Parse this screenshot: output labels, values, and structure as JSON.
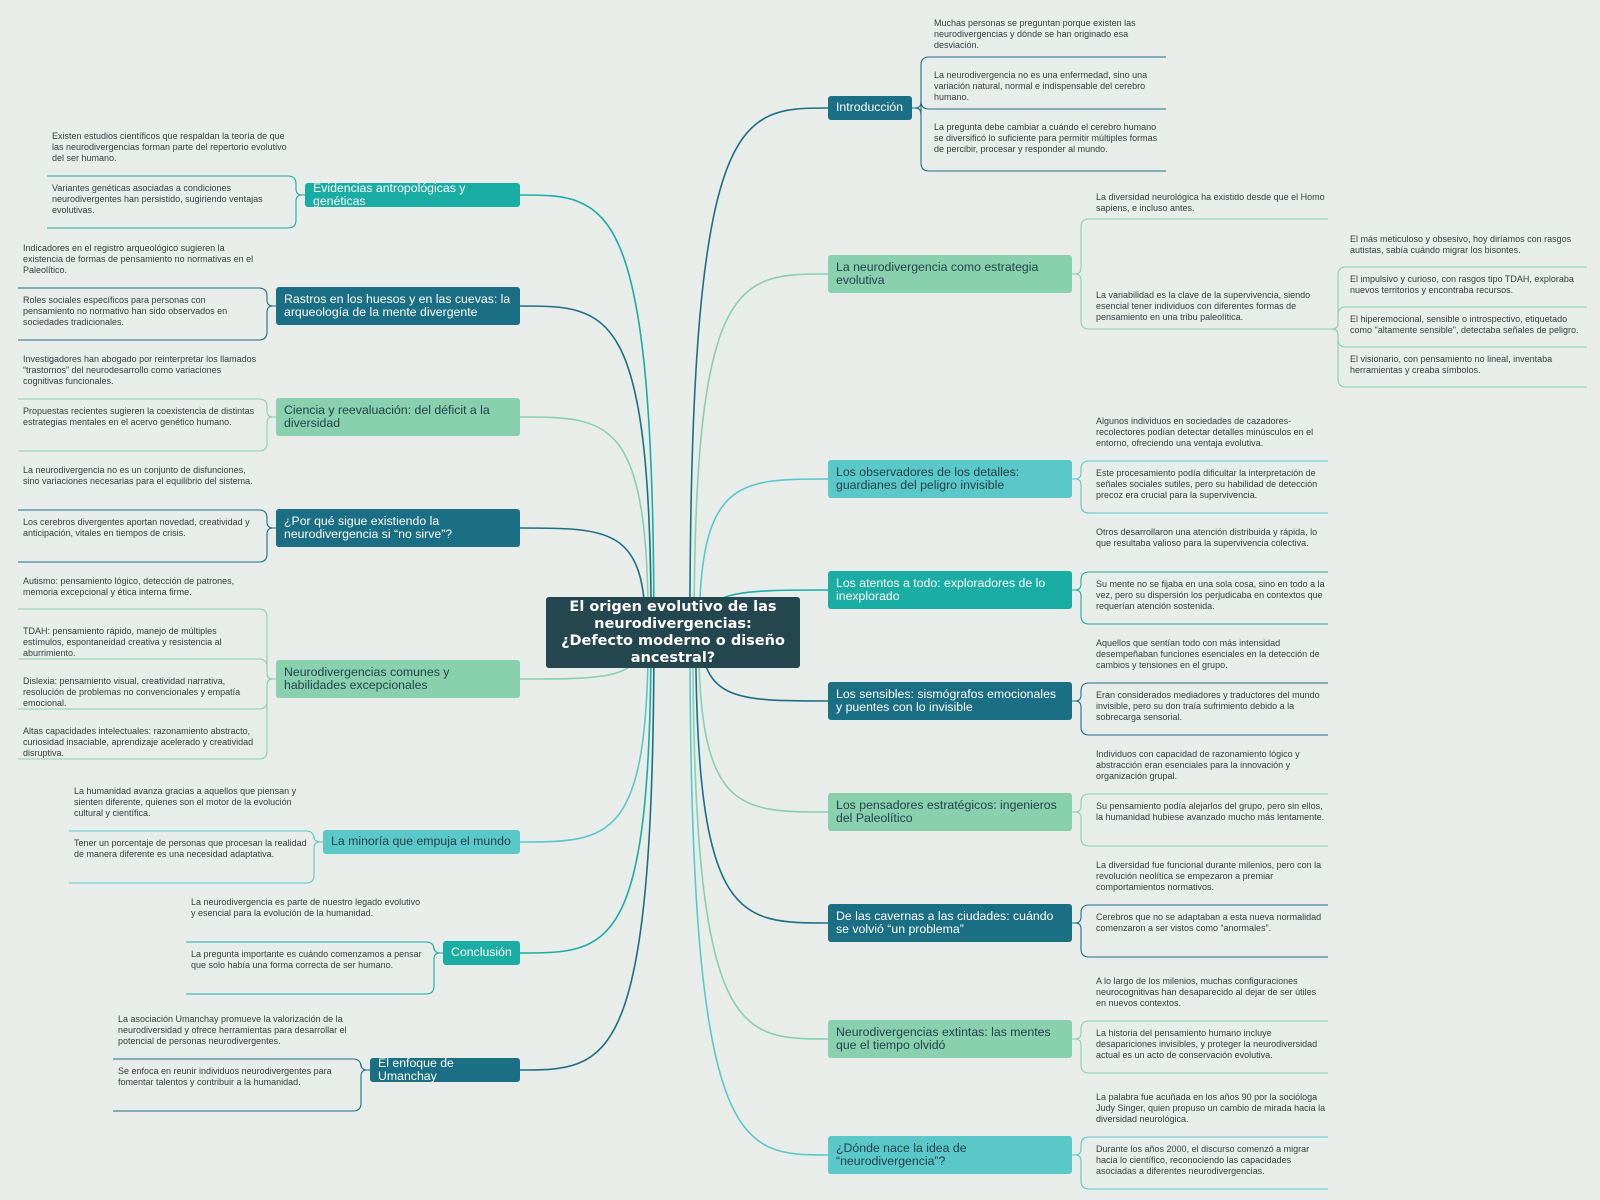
{
  "colors": {
    "background": "#e9edea",
    "root": "#24464e",
    "palette": {
      "navy": "#1b6f84",
      "teal": "#19ada3",
      "mint": "#88d0ae",
      "aqua": "#5ac7c8"
    }
  },
  "root": {
    "title": "El origen evolutivo de las neurodivergencias: ¿Defecto moderno o diseño ancestral?"
  },
  "branches": [
    {
      "title": "Introducción",
      "color": "navy",
      "notes": [
        "Muchas personas se preguntan porque existen las neurodivergencias y dónde se han originado esa desviación.",
        "La neurodivergencia no es una enfermedad, sino una variación natural, normal e indispensable del cerebro humano.",
        "La pregunta debe cambiar a cuándo el cerebro humano se diversificó lo suficiente para permitir múltiples formas de percibir, procesar y responder al mundo."
      ]
    },
    {
      "title": "La neurodivergencia como estrategia evolutiva",
      "color": "mint",
      "notes": [
        "La diversidad neurológica ha existido desde que el Homo sapiens, e incluso antes.",
        "La variabilidad es la clave de la supervivencia, siendo esencial tener individuos con diferentes formas de pensamiento en una tribu paleolítica."
      ],
      "subnotes": [
        "El más meticuloso y obsesivo, hoy diríamos con rasgos autistas, sabía cuándo migrar los bisontes.",
        "El impulsivo y curioso, con rasgos tipo TDAH, exploraba nuevos territorios y encontraba recursos.",
        "El hiperemocional, sensible o introspectivo, etiquetado como \"altamente sensible\", detectaba señales de peligro.",
        "El visionario, con pensamiento no lineal, inventaba herramientas y creaba símbolos."
      ]
    },
    {
      "title": "Los observadores de los detalles: guardianes del peligro invisible",
      "color": "aqua",
      "notes": [
        "Algunos individuos en sociedades de cazadores-recolectores podían detectar detalles minúsculos en el entorno, ofreciendo una ventaja evolutiva.",
        "Este procesamiento podía dificultar la interpretación de señales sociales sutiles, pero su habilidad de detección precoz era crucial para la supervivencia."
      ]
    },
    {
      "title": "Los atentos a todo: exploradores de lo inexplorado",
      "color": "teal",
      "notes": [
        "Otros desarrollaron una atención distribuida y rápida, lo que resultaba valioso para la supervivencia colectiva.",
        "Su mente no se fijaba en una sola cosa, sino en todo a la vez, pero su dispersión los perjudicaba en contextos que requerían atención sostenida."
      ]
    },
    {
      "title": "Los sensibles: sismógrafos emocionales y puentes con lo invisible",
      "color": "navy",
      "notes": [
        "Aquellos que sentían todo con más intensidad desempeñaban funciones esenciales en la detección de cambios y tensiones en el grupo.",
        "Eran considerados mediadores y traductores del mundo invisible, pero su don traía sufrimiento debido a la sobrecarga sensorial."
      ]
    },
    {
      "title": "Los pensadores estratégicos: ingenieros del Paleolítico",
      "color": "mint",
      "notes": [
        "Individuos con capacidad de razonamiento lógico y abstracción eran esenciales para la innovación y organización grupal.",
        "Su pensamiento podía alejarlos del grupo, pero sin ellos, la humanidad hubiese avanzado mucho más lentamente."
      ]
    },
    {
      "title": "De las cavernas a las ciudades: cuándo se volvió “un problema”",
      "color": "navy",
      "notes": [
        "La diversidad fue funcional durante milenios, pero con la revolución neolítica se empezaron a premiar comportamientos normativos.",
        "Cerebros que no se adaptaban a esta nueva normalidad comenzaron a ser vistos como “anormales”."
      ]
    },
    {
      "title": "Neurodivergencias extintas: las mentes que el tiempo olvidó",
      "color": "mint",
      "notes": [
        "A lo largo de los milenios, muchas configuraciones neurocognitivas han desaparecido al dejar de ser útiles en nuevos contextos.",
        "La historia del pensamiento humano incluye desapariciones invisibles, y proteger la neurodiversidad actual es un acto de conservación evolutiva."
      ]
    },
    {
      "title": "¿Dónde nace la idea de “neurodivergencia”?",
      "color": "aqua",
      "notes": [
        "La palabra fue acuñada en los años 90 por la socióloga Judy Singer, quien propuso un cambio de mirada hacia la diversidad neurológica.",
        "Durante los años 2000, el discurso comenzó a migrar hacia lo científico, reconociendo las capacidades asociadas a diferentes neurodivergencias."
      ]
    },
    {
      "title": "Evidencias antropológicas y genéticas",
      "color": "teal",
      "notes": [
        "Existen estudios científicos que respaldan la teoría de que las neurodivergencias forman parte del repertorio evolutivo del ser humano.",
        "Variantes genéticas asociadas a condiciones neurodivergentes han persistido, sugiriendo ventajas evolutivas."
      ]
    },
    {
      "title": "Rastros en los huesos y en las cuevas: la arqueología de la mente divergente",
      "color": "navy",
      "notes": [
        "Indicadores en el registro arqueológico sugieren la existencia de formas de pensamiento no normativas en el Paleolítico.",
        "Roles sociales específicos para personas con pensamiento no normativo han sido observados en sociedades tradicionales."
      ]
    },
    {
      "title": "Ciencia y reevaluación: del déficit a la diversidad",
      "color": "mint",
      "notes": [
        "Investigadores han abogado por reinterpretar los llamados “trastornos” del neurodesarrollo como variaciones cognitivas funcionales.",
        "Propuestas recientes sugieren la coexistencia de distintas estrategias mentales en el acervo genético humano."
      ]
    },
    {
      "title": "¿Por qué sigue existiendo la neurodivergencia si “no sirve”?",
      "color": "navy",
      "notes": [
        "La neurodivergencia no es un conjunto de disfunciones, sino variaciones necesarias para el equilibrio del sistema.",
        "Los cerebros divergentes aportan novedad, creatividad y anticipación, vitales en tiempos de crisis."
      ]
    },
    {
      "title": "Neurodivergencias comunes y habilidades excepcionales",
      "color": "mint",
      "notes": [
        "Autismo: pensamiento lógico, detección de patrones, memoria excepcional y ética interna firme.",
        "TDAH: pensamiento rápido, manejo de múltiples estímulos, espontaneidad creativa y resistencia al aburrimiento.",
        "Dislexia: pensamiento visual, creatividad narrativa, resolución de problemas no convencionales y empatía emocional.",
        "Altas capacidades intelectuales: razonamiento abstracto, curiosidad insaciable, aprendizaje acelerado y creatividad disruptiva."
      ]
    },
    {
      "title": "La minoría que empuja el mundo",
      "color": "aqua",
      "notes": [
        "La humanidad avanza gracias a aquellos que piensan y sienten diferente, quienes son el motor de la evolución cultural y científica.",
        "Tener un porcentaje de personas que procesan la realidad de manera diferente es una necesidad adaptativa."
      ]
    },
    {
      "title": "Conclusión",
      "color": "teal",
      "notes": [
        "La neurodivergencia es parte de nuestro legado evolutivo y esencial para la evolución de la humanidad.",
        "La pregunta importante es cuándo comenzamos a pensar que solo había una forma correcta de ser humano."
      ]
    },
    {
      "title": "El enfoque de Umanchay",
      "color": "navy",
      "notes": [
        "La asociación Umanchay promueve la valorización de la neurodiversidad y ofrece herramientas para desarrollar el potencial de personas neurodivergentes.",
        "Se enfoca en reunir individuos neurodivergentes para fomentar talentos y contribuir a la humanidad."
      ]
    }
  ]
}
